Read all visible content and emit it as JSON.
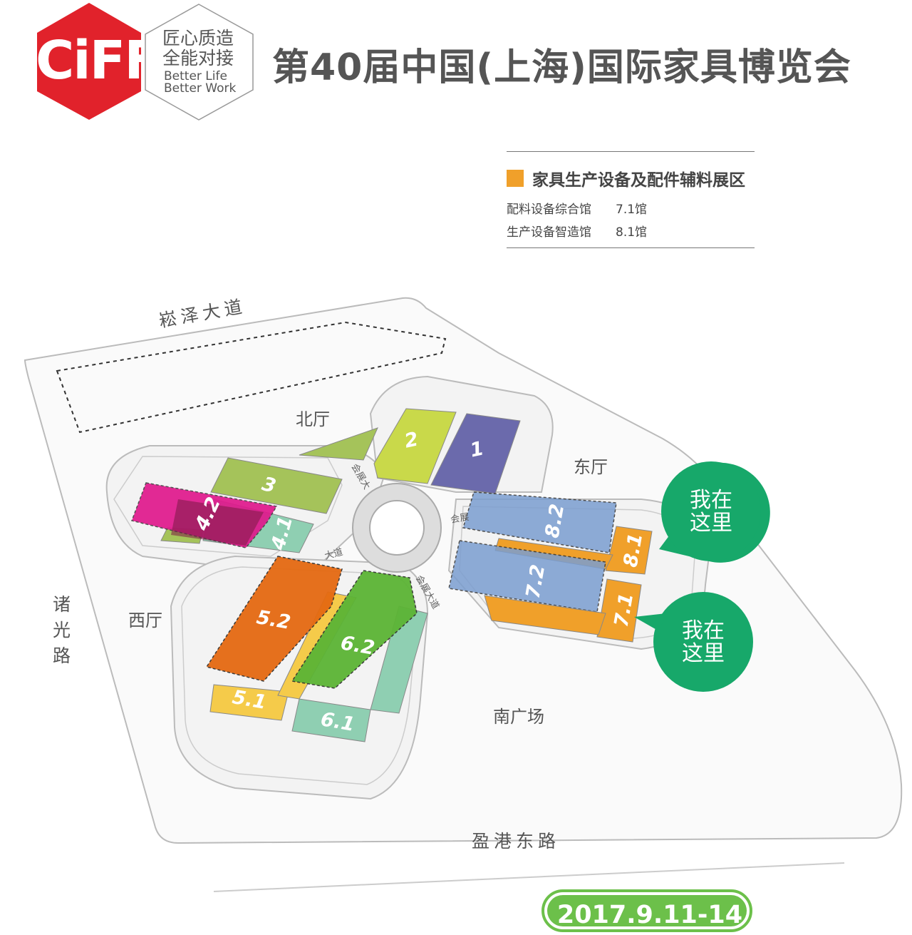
{
  "header": {
    "logo_text": "CiFF",
    "slogan_cn_1": "匠心质造",
    "slogan_cn_2": "全能对接",
    "slogan_en_1": "Better Life",
    "slogan_en_2": "Better Work",
    "title": "第40届中国(上海)国际家具博览会"
  },
  "legend": {
    "swatch_color": "#f0a02a",
    "zone_title": "家具生产设备及配件辅料展区",
    "rows": [
      {
        "name": "配料设备综合馆",
        "hall": "7.1馆"
      },
      {
        "name": "生产设备智造馆",
        "hall": "8.1馆"
      }
    ]
  },
  "map": {
    "roads": {
      "north": "崧泽大道",
      "west": "诸光路",
      "south": "盈港东路"
    },
    "internal_road": "会展大道",
    "internal_road_fragments": [
      "会展大",
      "会展",
      "大道",
      "会展大道"
    ],
    "areas": {
      "north_hall": "北厅",
      "east_hall": "东厅",
      "west_hall": "西厅",
      "south_plaza": "南广场"
    },
    "halls": [
      {
        "id": "1",
        "color": "#6b6aac"
      },
      {
        "id": "2",
        "color": "#c9d94a"
      },
      {
        "id": "3",
        "color": "#a5c35a"
      },
      {
        "id": "4.1",
        "color": "#8fcfb2"
      },
      {
        "id": "4.2",
        "color": "#e0188d"
      },
      {
        "id": "5.1",
        "color": "#f5cb4a"
      },
      {
        "id": "5.2",
        "color": "#e56a12"
      },
      {
        "id": "6.1",
        "color": "#8fcfb2"
      },
      {
        "id": "6.2",
        "color": "#5cb435"
      },
      {
        "id": "7.1",
        "color": "#f0a02a"
      },
      {
        "id": "7.2",
        "color": "#7b9ed0"
      },
      {
        "id": "8.1",
        "color": "#f0a02a"
      },
      {
        "id": "8.2",
        "color": "#7b9ed0"
      }
    ],
    "you_are_here": "我在这里",
    "you_are_here_line1": "我在",
    "you_are_here_line2": "这里",
    "bubble_color": "#17a86a"
  },
  "date": "2017.9.11-14",
  "date_color": "#6cc04a"
}
